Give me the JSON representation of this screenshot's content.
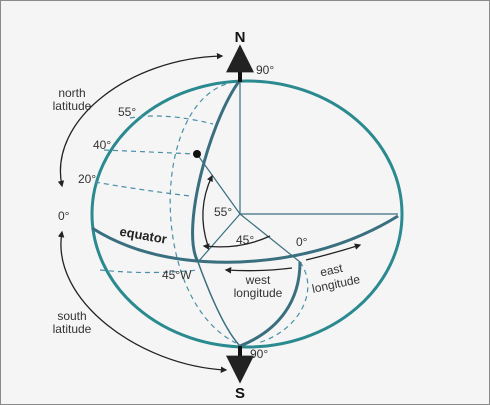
{
  "colors": {
    "background": "#f5f5f5",
    "globe_outline": "#2a8a8f",
    "meridian": "#3a6f80",
    "dashed": "#4a8fa8",
    "arrows": "#222222"
  },
  "poles": {
    "north": "N",
    "south": "S"
  },
  "latitude_labels": {
    "north_latitude": [
      "north",
      "latitude"
    ],
    "south_latitude": [
      "south",
      "latitude"
    ],
    "deg55": "55°",
    "deg40": "40°",
    "deg20": "20°",
    "deg0": "0°",
    "deg90_top": "90°",
    "deg90_bottom": "90°"
  },
  "angles": {
    "lat_angle": "55°",
    "lon_angle": "45°",
    "prime_meridian": "0°",
    "meridian_45w": "45°W"
  },
  "annotations": {
    "equator": "equator",
    "west_longitude": [
      "west",
      "longitude"
    ],
    "east_longitude": [
      "east",
      "longitude"
    ]
  }
}
